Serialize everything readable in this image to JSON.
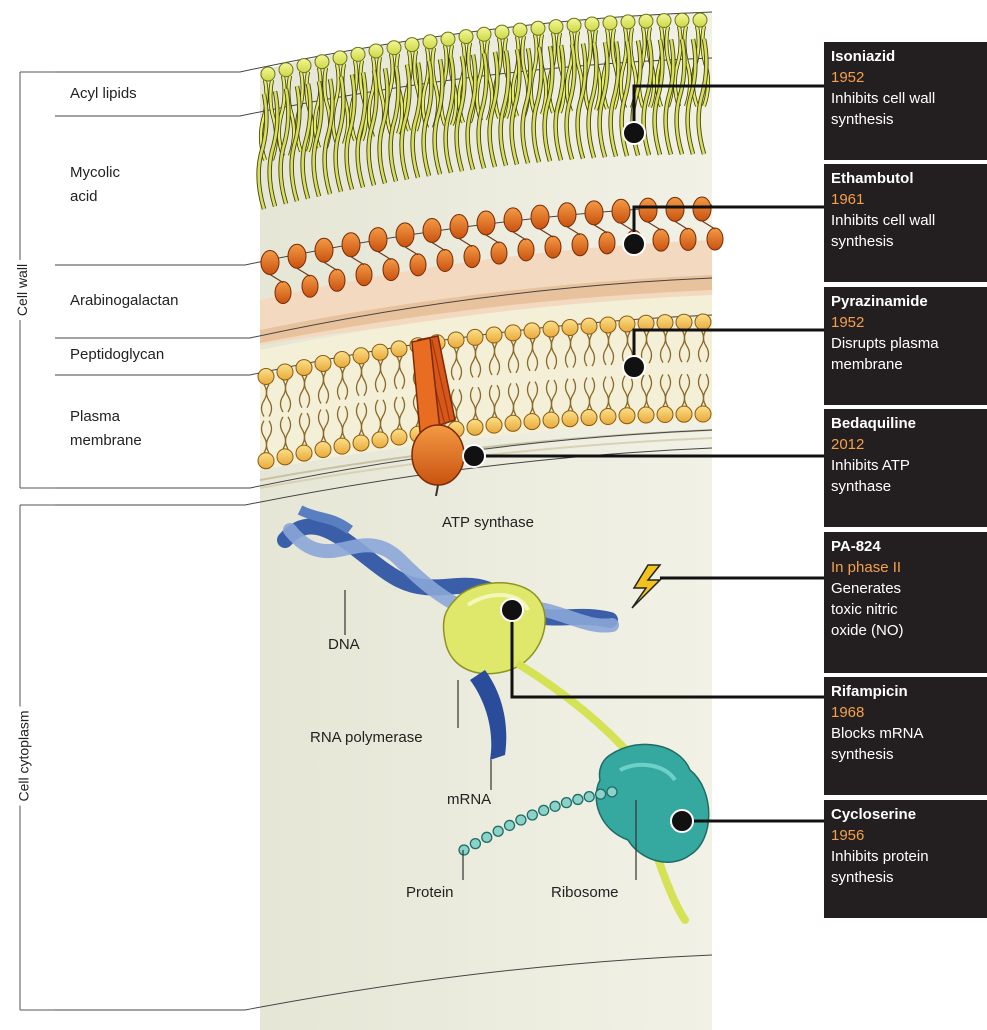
{
  "structure_labels": {
    "acyl_lipids": "Acyl lipids",
    "mycolic_acid_1": "Mycolic",
    "mycolic_acid_2": "acid",
    "arabinogalactan": "Arabinogalactan",
    "peptidoglycan": "Peptidoglycan",
    "plasma_membrane_1": "Plasma",
    "plasma_membrane_2": "membrane"
  },
  "region_labels": {
    "cell_wall": "Cell wall",
    "cell_cytoplasm": "Cell cytoplasm"
  },
  "component_labels": {
    "atp_synthase": "ATP synthase",
    "dna": "DNA",
    "rna_polymerase": "RNA polymerase",
    "mrna": "mRNA",
    "protein": "Protein",
    "ribosome": "Ribosome"
  },
  "drugs": [
    {
      "name": "Isoniazid",
      "year": "1952",
      "desc1": "Inhibits cell wall",
      "desc2": "synthesis",
      "desc3": ""
    },
    {
      "name": "Ethambutol",
      "year": "1961",
      "desc1": "Inhibits cell wall",
      "desc2": "synthesis",
      "desc3": ""
    },
    {
      "name": "Pyrazinamide",
      "year": "1952",
      "desc1": "Disrupts plasma",
      "desc2": "membrane",
      "desc3": ""
    },
    {
      "name": "Bedaquiline",
      "year": "2012",
      "desc1": "Inhibits ATP",
      "desc2": "synthase",
      "desc3": ""
    },
    {
      "name": "PA-824",
      "year": "In phase II",
      "desc1": "Generates",
      "desc2": "toxic nitric",
      "desc3": "oxide (NO)"
    },
    {
      "name": "Rifampicin",
      "year": "1968",
      "desc1": "Blocks mRNA",
      "desc2": "synthesis",
      "desc3": ""
    },
    {
      "name": "Cycloserine",
      "year": "1956",
      "desc1": "Inhibits protein",
      "desc2": "synthesis",
      "desc3": ""
    }
  ],
  "colors": {
    "drug_box_bg": "#231f20",
    "drug_year": "#f5a04a",
    "lipid_head_yellow": "#e4ec6a",
    "lipid_head_orange": "#e8731e",
    "membrane_bead": "#f6c550",
    "atp_synthase": "#e0631d",
    "rna_polymerase": "#dfe86a",
    "ribosome": "#35a9a0",
    "dna_blue": "#3d6bb5",
    "cytoplasm_bg": "#ebebdd"
  },
  "icons": [
    "lightning-bolt-icon",
    "target-dot-icon"
  ]
}
